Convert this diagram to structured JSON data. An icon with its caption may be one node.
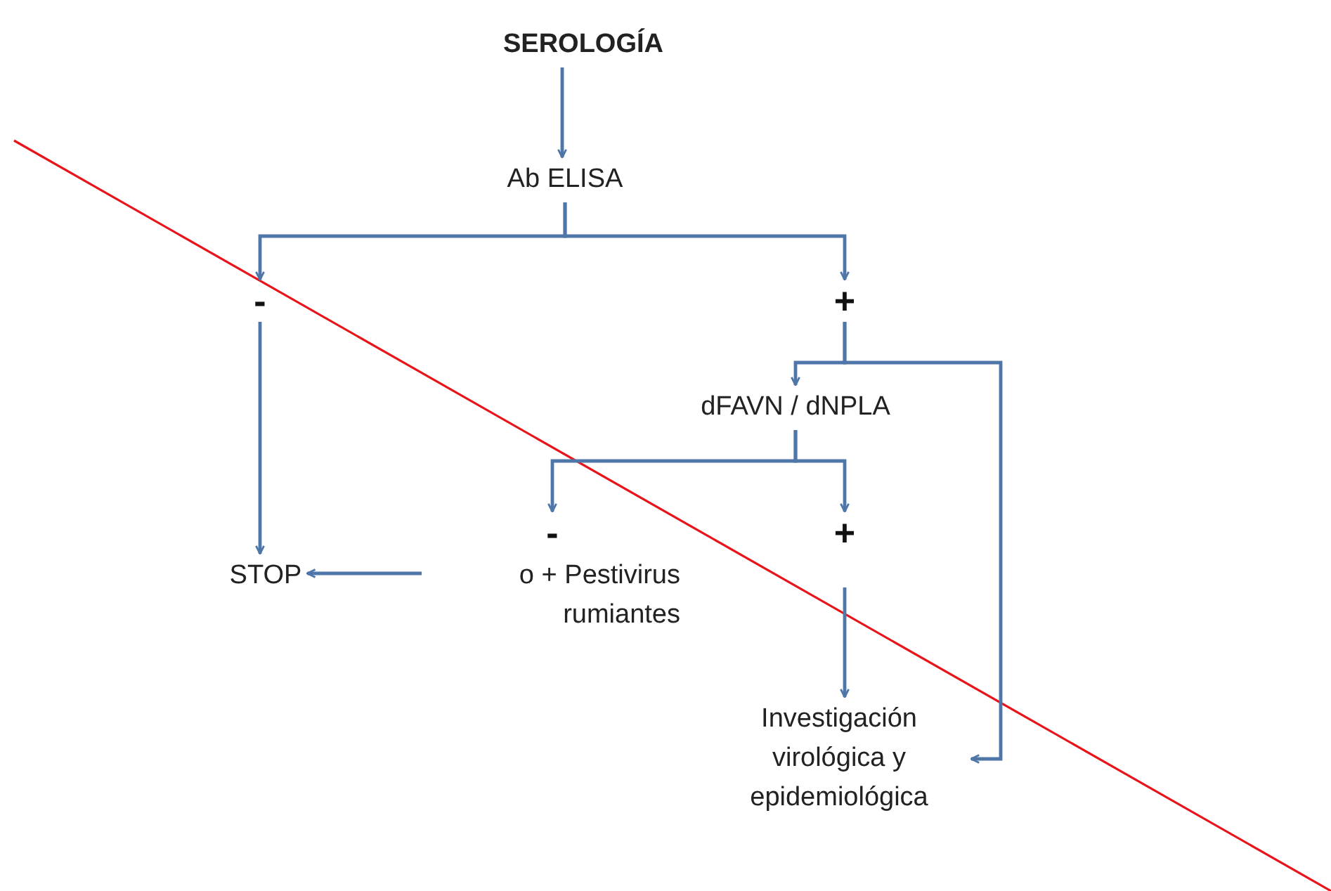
{
  "diagram": {
    "nodes": [
      {
        "text": [
          "SEROLOGÍA"
        ]
      },
      {
        "text": [
          "Ab ELISA"
        ]
      },
      {
        "text": [
          "-"
        ]
      },
      {
        "text": [
          "+"
        ]
      },
      {
        "text": [
          "dFAVN / dNPLA"
        ]
      },
      {
        "text": [
          "-"
        ]
      },
      {
        "text": [
          "+"
        ]
      },
      {
        "text": [
          "STOP"
        ]
      },
      {
        "text": [
          "o + Pestivirus rumiantes"
        ]
      },
      {
        "text": [
          "Investigación virológica y epidemiológica"
        ]
      }
    ],
    "edges": [
      {
        "from": 0,
        "to": 1,
        "arrow": "to"
      },
      {
        "from": 1,
        "to": 2,
        "arrow": "to"
      },
      {
        "from": 1,
        "to": 3,
        "arrow": "to"
      },
      {
        "from": 2,
        "to": 7,
        "arrow": "to"
      },
      {
        "from": 3,
        "to": 4,
        "arrow": "to"
      },
      {
        "from": 3,
        "to": 9,
        "arrow": "to"
      },
      {
        "from": 4,
        "to": 5,
        "arrow": "to"
      },
      {
        "from": 4,
        "to": 6,
        "arrow": "to"
      },
      {
        "from": 8,
        "to": 7,
        "arrow": "to"
      },
      {
        "from": 6,
        "to": 9,
        "arrow": "to"
      }
    ]
  }
}
